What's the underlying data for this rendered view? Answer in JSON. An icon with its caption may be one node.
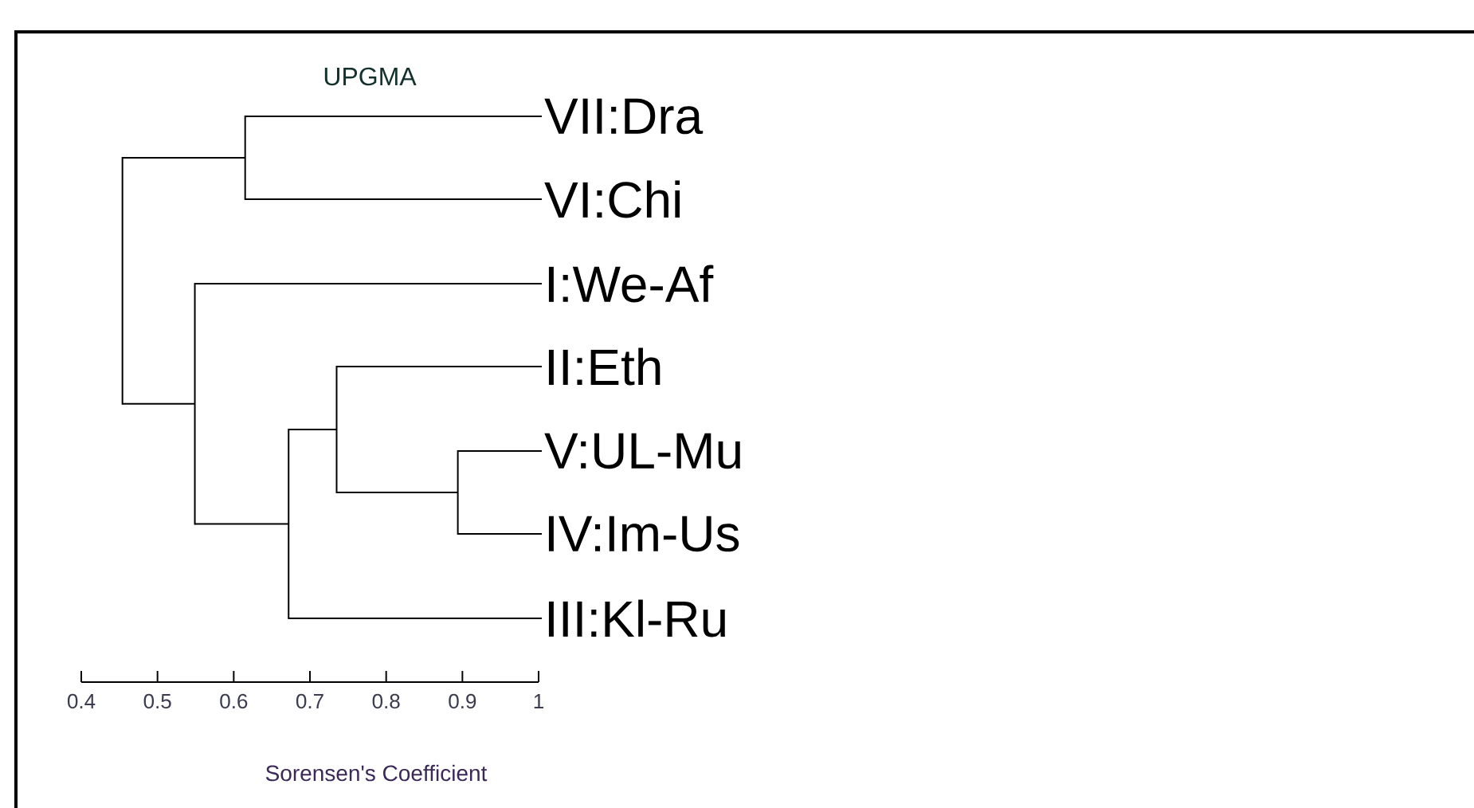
{
  "diagram": {
    "title": "UPGMA",
    "nodes": [
      {
        "text": [
          "VII:Dra"
        ]
      },
      {
        "text": [
          "VI:Chi"
        ]
      },
      {
        "text": [
          "I:We-Af"
        ]
      },
      {
        "text": [
          "II:Eth"
        ]
      },
      {
        "text": [
          "V:UL-Mu"
        ]
      },
      {
        "text": [
          "IV:Im-Us"
        ]
      },
      {
        "text": [
          "III:Kl-Ru"
        ]
      },
      {
        "text": [],
        "shape": "bar"
      },
      {
        "text": [],
        "shape": "bar"
      },
      {
        "text": [],
        "shape": "bar"
      },
      {
        "text": [],
        "shape": "bar"
      },
      {
        "text": [],
        "shape": "bar"
      },
      {
        "text": [],
        "shape": "bar"
      }
    ],
    "edges": [
      {
        "from": 7,
        "to": 9,
        "arrow": "none"
      },
      {
        "from": 7,
        "to": 8,
        "arrow": "none"
      },
      {
        "from": 9,
        "to": 0,
        "arrow": "none"
      },
      {
        "from": 9,
        "to": 1,
        "arrow": "none"
      },
      {
        "from": 8,
        "to": 2,
        "arrow": "none"
      },
      {
        "from": 8,
        "to": 10,
        "arrow": "none"
      },
      {
        "from": 10,
        "to": 11,
        "arrow": "none"
      },
      {
        "from": 10,
        "to": 6,
        "arrow": "none"
      },
      {
        "from": 11,
        "to": 3,
        "arrow": "none"
      },
      {
        "from": 11,
        "to": 12,
        "arrow": "none"
      },
      {
        "from": 12,
        "to": 4,
        "arrow": "none"
      },
      {
        "from": 12,
        "to": 5,
        "arrow": "none"
      }
    ],
    "labels": [
      "0.4",
      "0.5",
      "0.6",
      "0.7",
      "0.8",
      "0.9",
      "1",
      "Sorensen's Coefficient"
    ]
  }
}
